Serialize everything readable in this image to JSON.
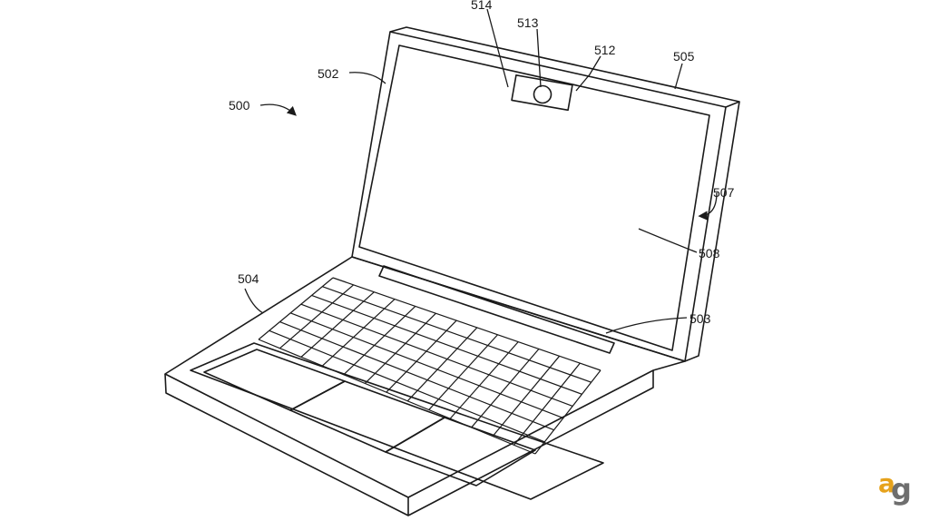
{
  "figure": {
    "labels": {
      "ref_500": "500",
      "ref_502": "502",
      "ref_503": "503",
      "ref_504": "504",
      "ref_505": "505",
      "ref_507": "507",
      "ref_508": "508",
      "ref_512": "512",
      "ref_513": "513",
      "ref_514": "514"
    }
  },
  "branding": {
    "logo_text": "ag",
    "logo_colors": {
      "a": "#e6a21b",
      "g": "#6e6e6e"
    }
  },
  "colors": {
    "line": "#1a1a1a",
    "background": "#ffffff"
  }
}
